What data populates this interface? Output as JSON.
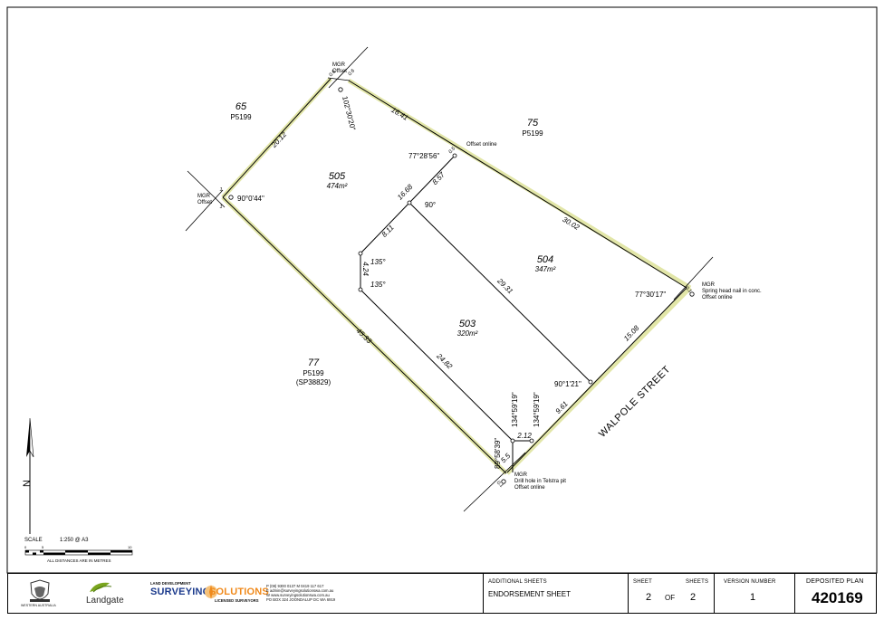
{
  "lots": [
    {
      "num": "65",
      "plan": "P5199"
    },
    {
      "num": "75",
      "plan": "P5199"
    },
    {
      "num": "505",
      "area": "474m²"
    },
    {
      "num": "504",
      "area": "347m²"
    },
    {
      "num": "503",
      "area": "320m²"
    },
    {
      "num": "77",
      "plan": "P5199",
      "plan2": "(SP38829)"
    }
  ],
  "dimensions": {
    "d1": "20.12",
    "d2": "16.41",
    "d3": "30.02",
    "d4": "15.08",
    "d5": "9.61",
    "d6": "5.5",
    "d7": "45.33",
    "d8": "8.57",
    "d9": "16.68",
    "d10": "8.11",
    "d11": "4.24",
    "d12": "24.82",
    "d13": "29.31",
    "d14": "2.12",
    "o1": "0.6",
    "o2": "0.6",
    "o3": "0.5",
    "o4": "0.1",
    "o5": "0.1",
    "o6": "1",
    "o7": "1"
  },
  "angles": {
    "a1": "102°30'20\"",
    "a2": "77°28'56\"",
    "a3": "90°0'44\"",
    "a4": "90°",
    "a5": "135°",
    "a6": "135°",
    "a7": "77°30'17\"",
    "a8": "90°1'21\"",
    "a9": "134°59'19\"",
    "a10": "134°59'19\"",
    "a11": "89°58'39\""
  },
  "marks": {
    "mgr_top": {
      "l1": "MGR",
      "l2": "Offset"
    },
    "mgr_left": {
      "l1": "MGR",
      "l2": "Offset"
    },
    "offset_online": "Offset online",
    "mgr_right": {
      "l1": "MGR",
      "l2": "Spring head nail in conc.",
      "l3": "Offset online"
    },
    "mgr_bottom": {
      "l1": "MGR",
      "l2": "Drill hole in Telstra pit",
      "l3": "Offset online"
    }
  },
  "street": "WALPOLE STREET",
  "north": "N",
  "scale": {
    "label": "SCALE",
    "ratio": "1:250 @ A3",
    "tick0": "0",
    "tick5": "5",
    "tick10": "10",
    "note": "ALL DISTANCES ARE IN METRES"
  },
  "titleblock": {
    "landgate_caption": "WESTERN AUSTRALIA",
    "landgate": "Landgate",
    "ss_top": "LAND DEVELOPMENT",
    "ss_name1": "SURVEYING",
    "ss_name2": "SOLUTIONS",
    "ss_sub": "LICENSED SURVEYORS",
    "contact1": "P (08) 9300 0137  M 0419 117 617",
    "contact2": "E admin@surveyingsolutionswa.com.au",
    "contact3": "W www.surveyingsolutionswa.com.au",
    "contact4": "PO BOX 324  JOONDALUP DC WA 6919",
    "additional_label": "ADDITIONAL SHEETS",
    "additional_value": "ENDORSEMENT SHEET",
    "sheet_label": "SHEET",
    "sheets_label": "SHEETS",
    "sheet_num": "2",
    "of": "OF",
    "sheets_num": "2",
    "version_label": "VERSION NUMBER",
    "version": "1",
    "dp_label": "DEPOSITED PLAN",
    "dp_number": "420169"
  },
  "colors": {
    "boundary_fill": "#e6e9b4",
    "accent_orange": "#f08a1c",
    "brand_blue": "#1b3a8c",
    "landgate_green": "#7aa51e"
  }
}
